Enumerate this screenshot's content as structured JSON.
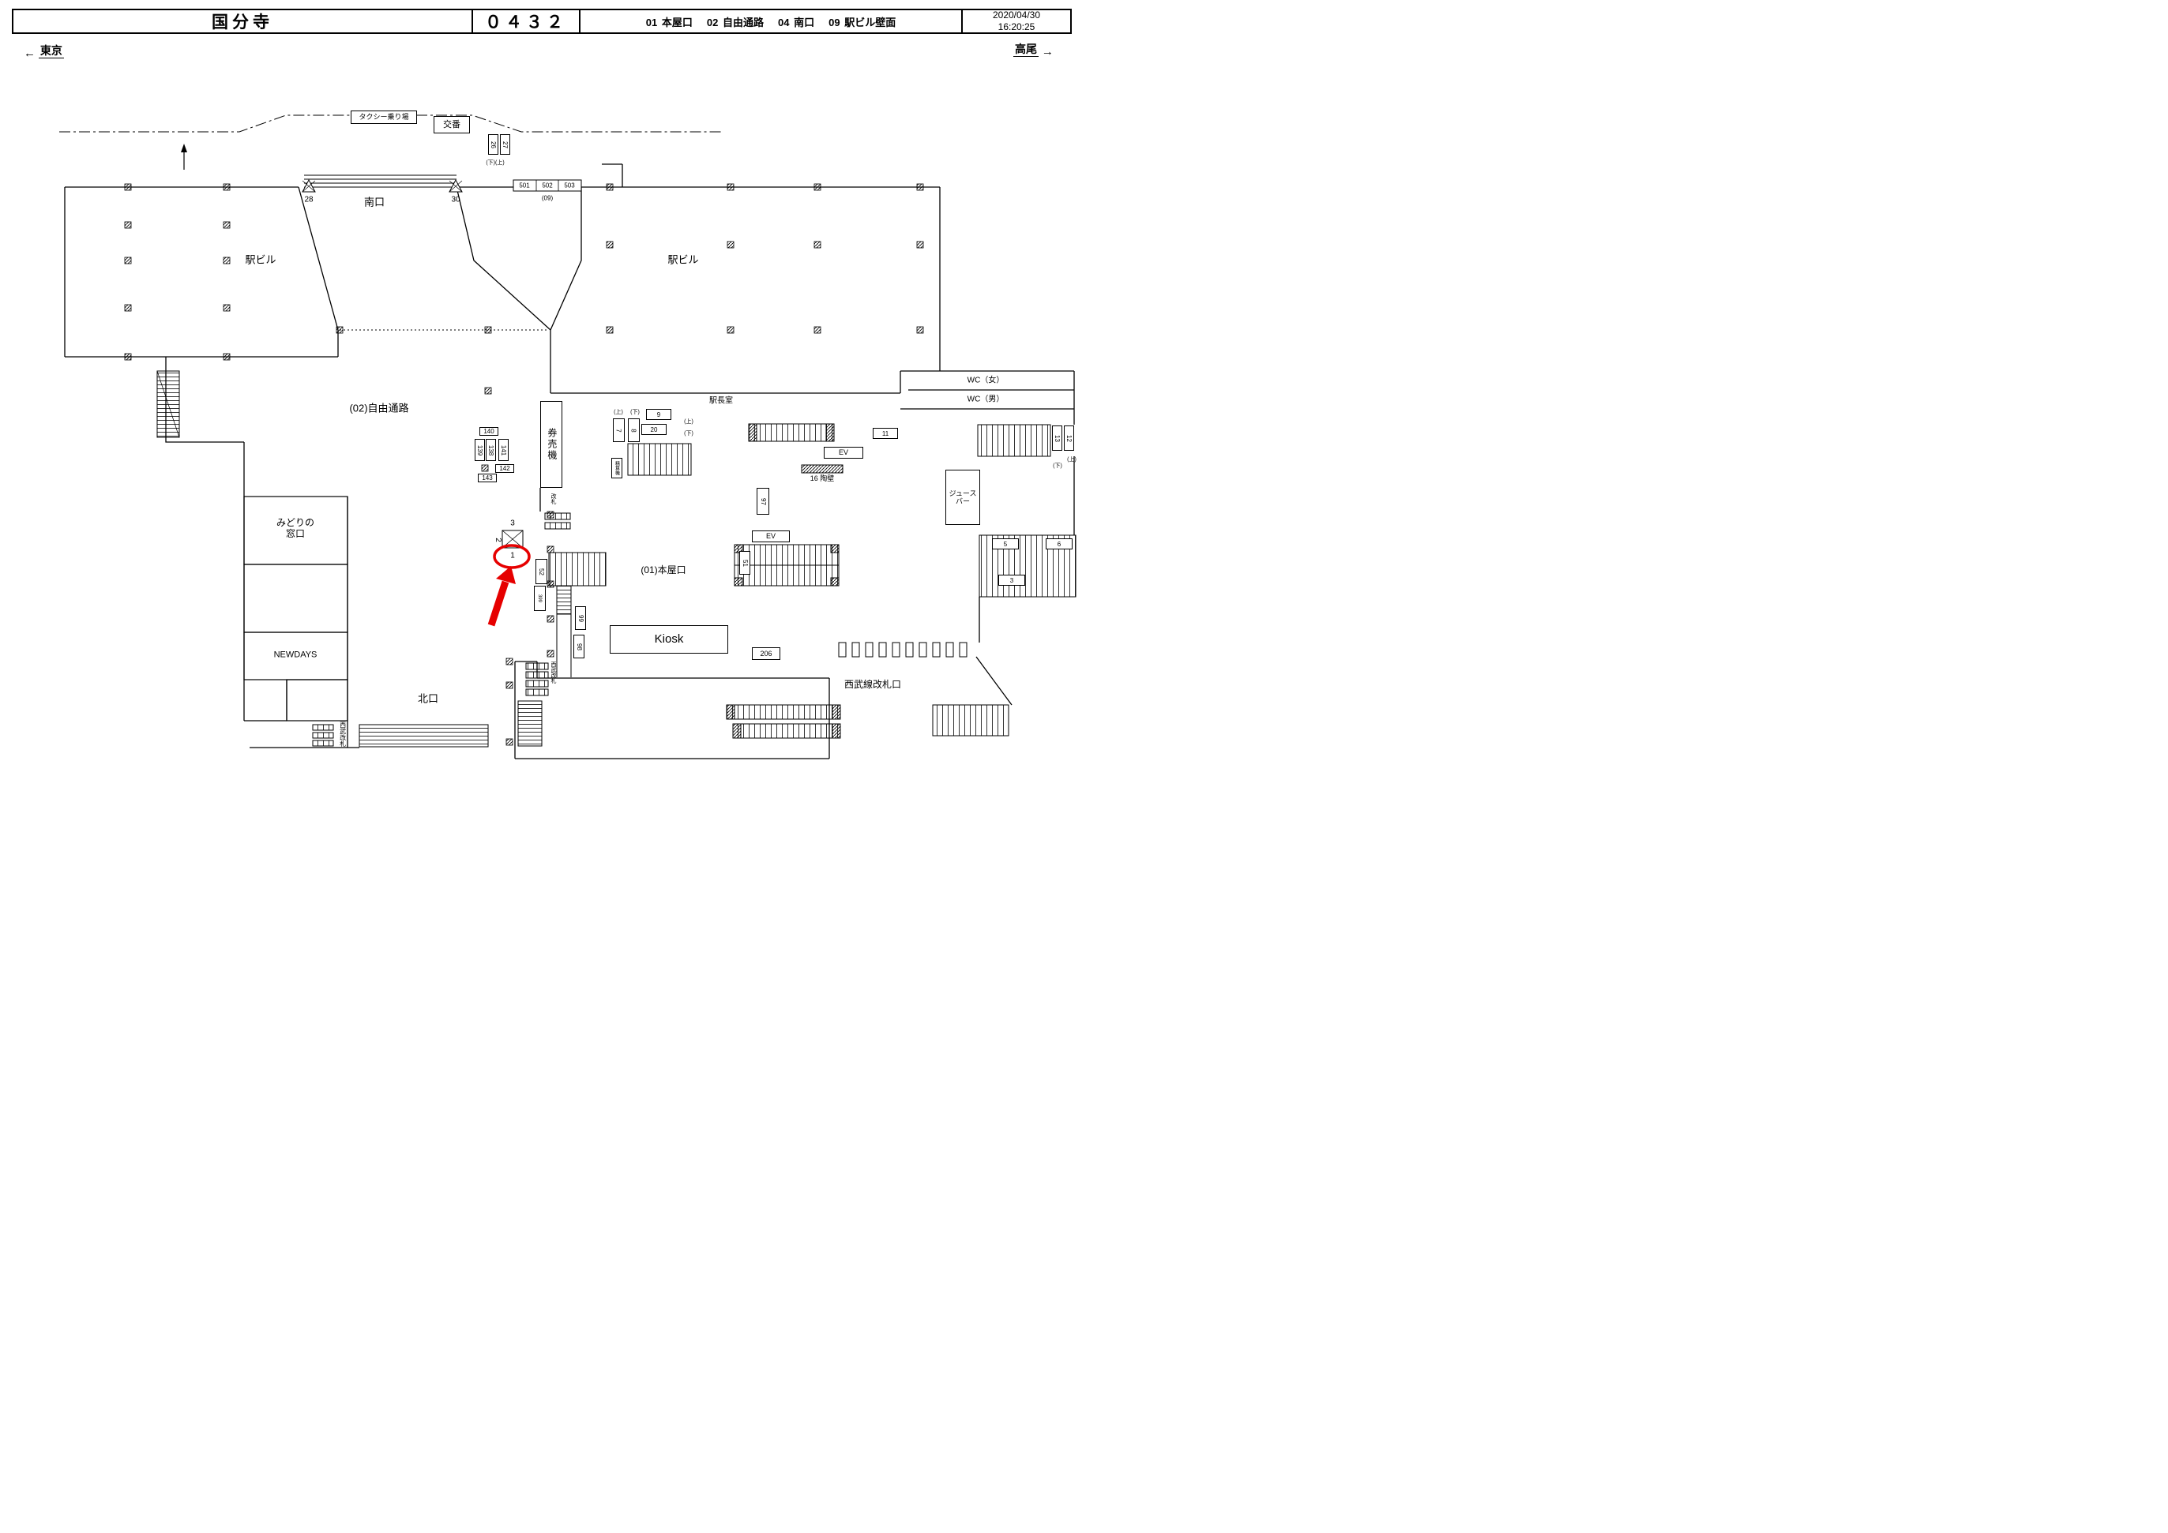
{
  "header": {
    "station_name": "国分寺",
    "code": "０４３２",
    "legend": [
      {
        "num": "01",
        "label": "本屋口"
      },
      {
        "num": "02",
        "label": "自由通路"
      },
      {
        "num": "04",
        "label": "南口"
      },
      {
        "num": "09",
        "label": "駅ビル壁面"
      }
    ],
    "date": "2020/04/30",
    "time": "16:20:25"
  },
  "directions": {
    "left": "東京",
    "right": "高尾"
  },
  "plan": {
    "taxi_stand": "タクシー乗り場",
    "koban": "交番",
    "south_exit": "南口",
    "north_exit": "北口",
    "flag_28": "28",
    "flag_30": "30",
    "shelf_501": "501",
    "shelf_502": "502",
    "shelf_503": "503",
    "shelf_note": "(09)",
    "station_bldg_left": "駅ビル",
    "station_bldg_right": "駅ビル",
    "stair_box_a": "26",
    "stair_box_b": "27",
    "stair_updown": "(下)(上)",
    "free_passage": "(02)自由通路",
    "n140": "140",
    "n139": "139",
    "n138": "138",
    "n141": "141",
    "n142": "142",
    "n143": "143",
    "ticket_machines": "券売機",
    "fare_adjust": "精算機",
    "gate": "改札",
    "ud78_up": "(上)",
    "ud78_down": "(下)",
    "n7": "7",
    "n8": "8",
    "n9": "9",
    "n20": "20",
    "ud920_up": "(上)",
    "ud920_down": "(下)",
    "station_master": "駅長室",
    "n11": "11",
    "ev_upper": "EV",
    "n16": "16 陶壁",
    "wc_women": "WC（女）",
    "wc_men": "WC（男）",
    "n12": "12",
    "n13": "13",
    "ud1213_down": "(下)",
    "ud1213_up": "(上)",
    "juice1": "ジュース",
    "juice2": "バー",
    "n97": "97",
    "ev_lower": "EV",
    "n51": "51",
    "main_exit": "(01)本屋口",
    "n5": "5",
    "n6": "6",
    "n3_right": "3",
    "m3": "3",
    "m2": "2",
    "m1": "1",
    "n52": "52",
    "n399": "399",
    "n99": "99",
    "n98": "98",
    "kiosk": "Kiosk",
    "n206": "206",
    "seibu_gate_label": "西武線改札口",
    "seibu_gate_c": "西武改札",
    "seibu_gate_l": "西武改札",
    "midori1": "みどりの",
    "midori2": "窓口",
    "newdays": "NEWDAYS"
  }
}
